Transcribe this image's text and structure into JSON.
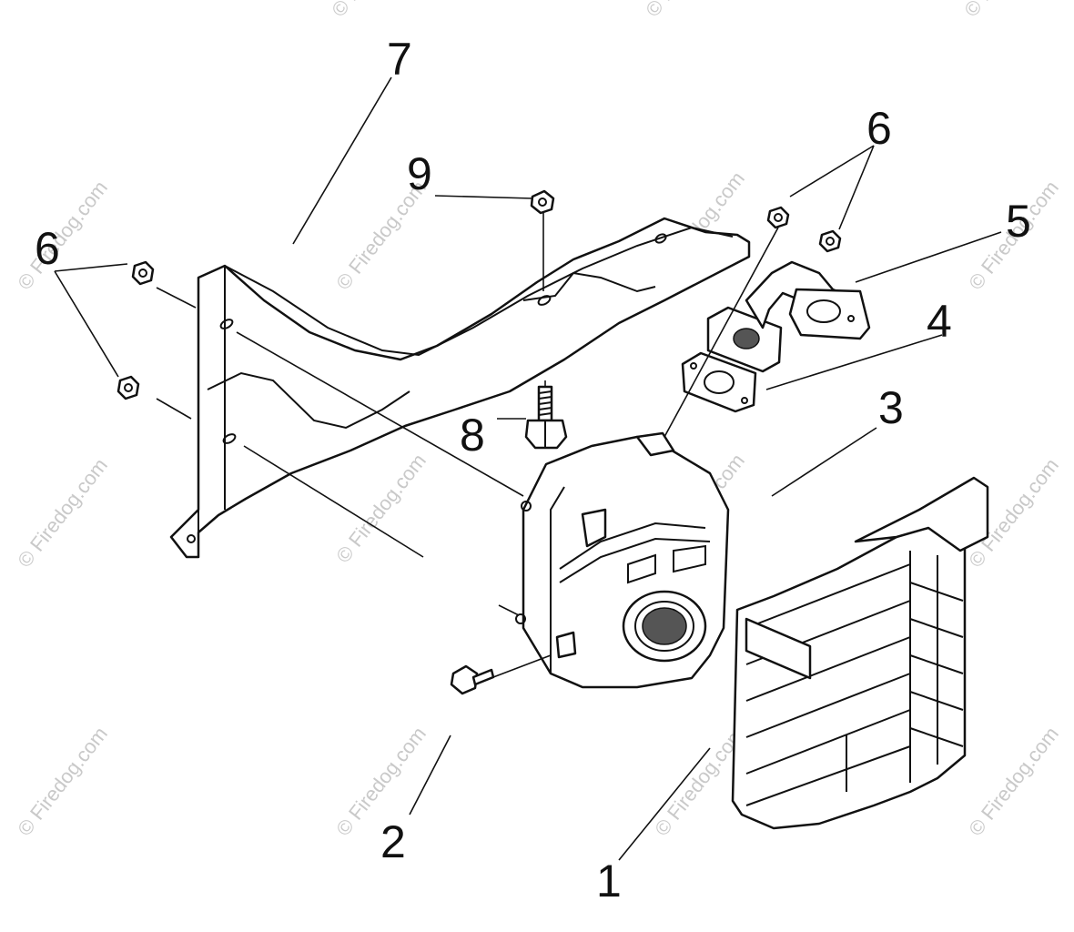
{
  "watermark": {
    "text": "© Firedog.com",
    "color": "#c9c9c9"
  },
  "callouts": [
    {
      "id": "1",
      "label": "1"
    },
    {
      "id": "2",
      "label": "2"
    },
    {
      "id": "3",
      "label": "3"
    },
    {
      "id": "4",
      "label": "4"
    },
    {
      "id": "5",
      "label": "5"
    },
    {
      "id": "6a",
      "label": "6"
    },
    {
      "id": "6b",
      "label": "6"
    },
    {
      "id": "7",
      "label": "7"
    },
    {
      "id": "8",
      "label": "8"
    },
    {
      "id": "9",
      "label": "9"
    }
  ]
}
